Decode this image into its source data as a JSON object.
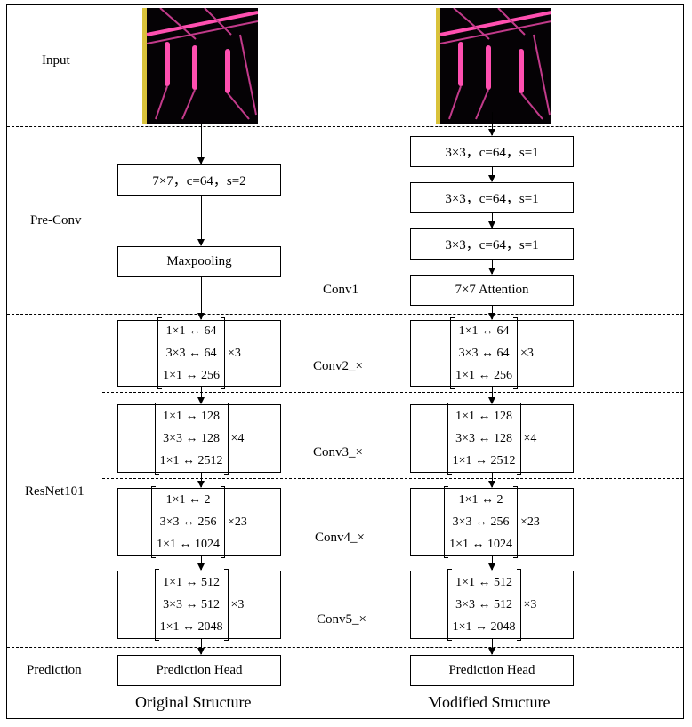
{
  "labels": {
    "input": "Input",
    "preconv": "Pre-Conv",
    "conv1": "Conv1",
    "resnet": "ResNet101",
    "prediction": "Prediction",
    "conv2": "Conv2_×",
    "conv3": "Conv3_×",
    "conv4": "Conv4_×",
    "conv5": "Conv5_×"
  },
  "original": {
    "caption": "Original Structure",
    "conv7": "7×7，c=64，s=2",
    "maxpool": "Maxpooling",
    "head": "Prediction Head"
  },
  "modified": {
    "caption": "Modified Structure",
    "conv3a": "3×3，c=64，s=1",
    "conv3b": "3×3，c=64，s=1",
    "conv3c": "3×3，c=64，s=1",
    "attention": "7×7 Attention",
    "head": "Prediction Head"
  },
  "blocks": {
    "conv2": {
      "rows": [
        "1×1 ↔ 64",
        "3×3 ↔ 64",
        "1×1 ↔ 256"
      ],
      "mult": "×3"
    },
    "conv3": {
      "rows": [
        "1×1 ↔ 128",
        "3×3 ↔ 128",
        "1×1 ↔ 2512"
      ],
      "mult": "×4"
    },
    "conv4": {
      "rows": [
        "1×1 ↔ 2",
        "3×3 ↔ 256",
        "1×1 ↔ 1024"
      ],
      "mult": "×23"
    },
    "conv5": {
      "rows": [
        "1×1 ↔ 512",
        "3×3 ↔ 512",
        "1×1 ↔ 2048"
      ],
      "mult": "×3"
    }
  },
  "colors": {
    "thermal_hot": "#ff4fb0",
    "thermal_warm": "#c23a8a",
    "thermal_bg": "#050205",
    "frame": "#000000"
  }
}
